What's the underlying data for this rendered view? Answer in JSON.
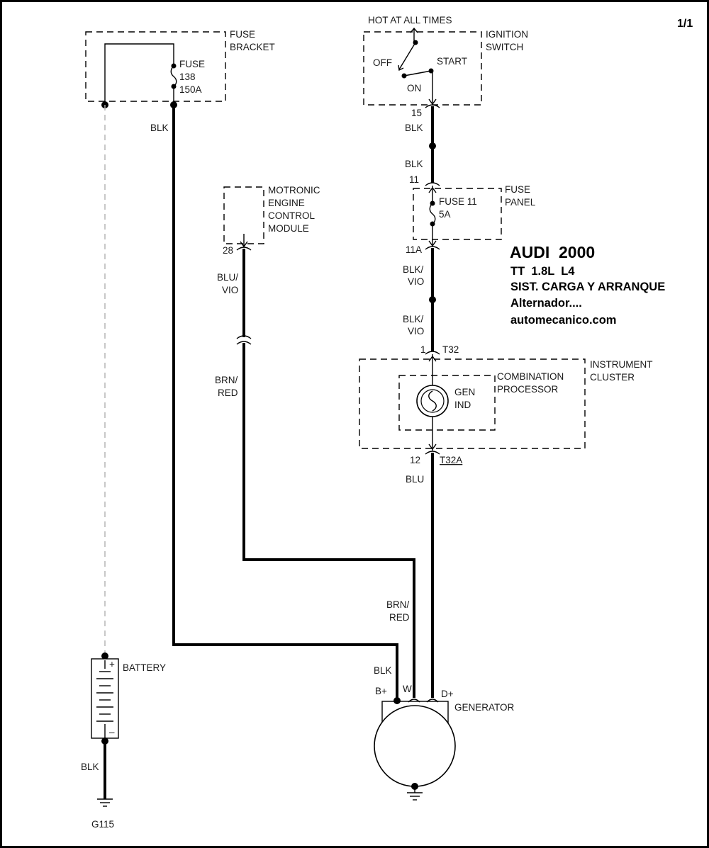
{
  "page": {
    "number": "1/1"
  },
  "title": {
    "make": "AUDI  2000",
    "model": "TT  1.8L  L4",
    "system": "SIST. CARGA Y ARRANQUE",
    "subject": "Alternador....",
    "site": "automecanico.com"
  },
  "fuse_bracket": {
    "name_line1": "FUSE",
    "name_line2": "BRACKET",
    "fuse_line1": "FUSE",
    "fuse_line2": "138",
    "fuse_line3": "150A"
  },
  "ignition": {
    "hot_label": "HOT AT ALL TIMES",
    "name_line1": "IGNITION",
    "name_line2": "SWITCH",
    "off": "OFF",
    "start": "START",
    "on": "ON",
    "pin": "15"
  },
  "fuse_panel": {
    "name_line1": "FUSE",
    "name_line2": "PANEL",
    "fuse_line1": "FUSE 11",
    "fuse_line2": "5A",
    "pin_in": "11",
    "pin_out": "11A"
  },
  "ecm": {
    "line1": "MOTRONIC",
    "line2": "ENGINE",
    "line3": "CONTROL",
    "line4": "MODULE",
    "pin": "28"
  },
  "cluster": {
    "name_line1": "INSTRUMENT",
    "name_line2": "CLUSTER",
    "proc_line1": "COMBINATION",
    "proc_line2": "PROCESSOR",
    "ind_line1": "GEN",
    "ind_line2": "IND",
    "pin_in": "1",
    "conn_in": "T32",
    "pin_out": "12",
    "conn_out": "T32A"
  },
  "battery": {
    "name": "BATTERY",
    "plus": "+",
    "minus": "–"
  },
  "ground": {
    "name": "G115"
  },
  "generator": {
    "name": "GENERATOR",
    "term_b": "B+",
    "term_w": "W",
    "term_d": "D+"
  },
  "wires": {
    "blk_fuse": "BLK",
    "blk_ign": "BLK",
    "blk_mid": "BLK",
    "blk_vio_1a": "BLK/",
    "blk_vio_1b": "VIO",
    "blk_vio_2a": "BLK/",
    "blk_vio_2b": "VIO",
    "blu_vio_a": "BLU/",
    "blu_vio_b": "VIO",
    "brn_red_1a": "BRN/",
    "brn_red_1b": "RED",
    "brn_red_2a": "BRN/",
    "brn_red_2b": "RED",
    "blu": "BLU",
    "blk_gen": "BLK",
    "blk_bat": "BLK"
  }
}
